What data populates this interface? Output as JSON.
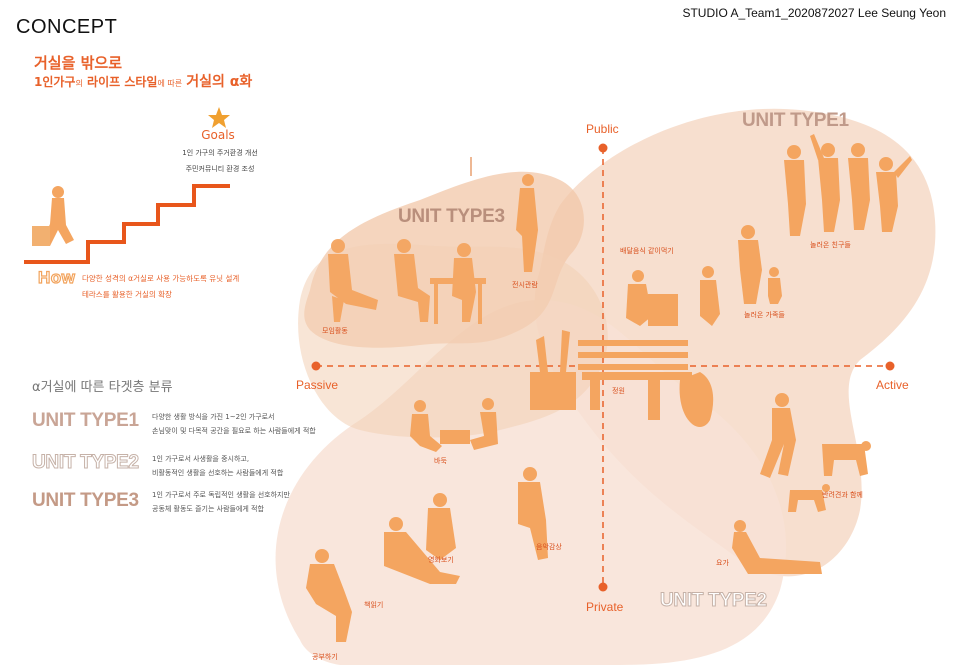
{
  "header": {
    "title": "CONCEPT",
    "credit": "STUDIO A_Team1_2020872027 Lee Seung Yeon"
  },
  "headline": {
    "line1": "거실을 밖으로",
    "line2_part1": "1인가구",
    "line2_part2": "의",
    "line2_part3": "라이프 스타일",
    "line2_part4": "에 따른",
    "line2_part5": "거실의 α화"
  },
  "goals": {
    "label": "Goals",
    "lines": [
      "1인 가구의 주거환경 개선",
      "주민커뮤니티 환경 조성"
    ]
  },
  "how": {
    "label": "How",
    "lines": [
      "다양한 성격의 α거실로 사용 가능하도록 유닛 설계",
      "테라스를 활용한 거실의 확장"
    ]
  },
  "segments": {
    "title": "α거실에 따른 타겟층 분류",
    "types": [
      {
        "name": "UNIT TYPE1",
        "desc": [
          "다양한 생활 방식을 가진 1~2인 가구로서",
          "손님맞이 및 다목적 공간을 필요로 하는 사람들에게 적합"
        ],
        "color": "#c9a596"
      },
      {
        "name": "UNIT TYPE2",
        "desc": [
          "1인 가구로서 사생활을 중시하고,",
          "비활동적인 생활을 선호하는 사람들에게 적합"
        ],
        "color": "#ffffff"
      },
      {
        "name": "UNIT TYPE3",
        "desc": [
          "1인 가구로서 주로 독립적인 생활을 선호하지만",
          "공동체 활동도 즐기는 사람들에게 적합"
        ],
        "color": "#c49a86"
      }
    ]
  },
  "axes": {
    "top": "Public",
    "bottom": "Private",
    "left": "Passive",
    "right": "Active"
  },
  "diagram_types": {
    "type1": "UNIT TYPE1",
    "type2": "UNIT TYPE2",
    "type3": "UNIT TYPE3"
  },
  "activities": {
    "meeting": "모임활동",
    "exhibition": "전시관람",
    "delivery": "배달음식 같이먹기",
    "friends": "놀러온 친구들",
    "family": "놀러온 가족들",
    "garden": "정원",
    "baduk": "바둑",
    "pet": "반려견과 함께",
    "movie": "영화보기",
    "music": "음악감상",
    "yoga": "요가",
    "reading": "책읽기",
    "study": "공부하기"
  },
  "colors": {
    "accent": "#e8612a",
    "stair": "#e8561b",
    "figure": "#f4a560",
    "blob_type1": "#f6d9c7",
    "blob_type2": "#f8e2d6",
    "blob_type3": "#f1c7a8"
  }
}
